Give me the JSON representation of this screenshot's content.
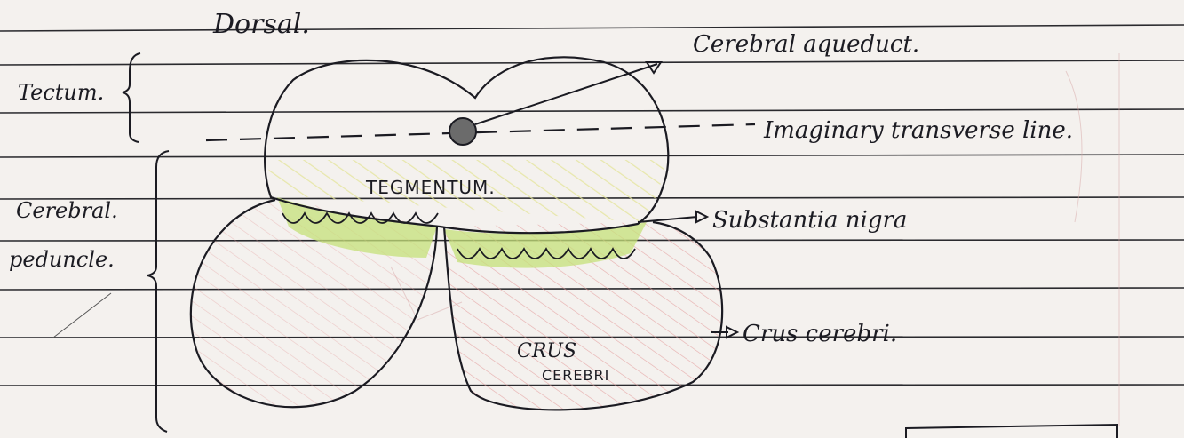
{
  "labels": {
    "dorsal": "Dorsal.",
    "cerebral_aqueduct": "Cerebral aqueduct.",
    "imaginary_line": "Imaginary transverse line.",
    "tectum": "Tectum.",
    "tegmentum": "TEGMENTUM.",
    "cerebral": "Cerebral.",
    "peduncle": "peduncle.",
    "substantia_nigra": "Substantia nigra",
    "crus_cerebri_pointer": "Crus cerebri.",
    "crus_line1": "CRUS",
    "crus_line2": "CEREBRI"
  },
  "colors": {
    "ink": "#1b1b22",
    "paper": "#f4f1ee",
    "rule_line": "#2a2a2e",
    "substantia_nigra_fill": "#c6e07a",
    "tegmentum_hatch": "#e4e49a",
    "crus_hatch": "#e39a9a"
  }
}
